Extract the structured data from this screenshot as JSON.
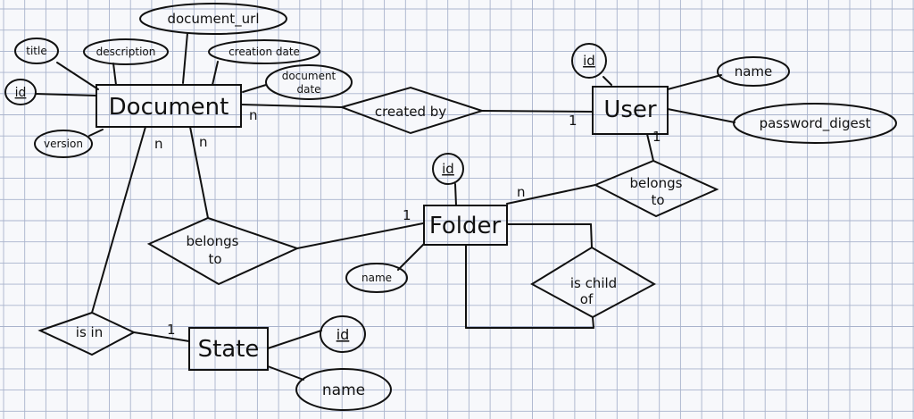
{
  "entities": {
    "document": "Document",
    "user": "User",
    "folder": "Folder",
    "state": "State"
  },
  "relationships": {
    "created_by": "created by",
    "belongs_to_user_1": "belongs",
    "belongs_to_user_2": "to",
    "belongs_to_folder_1": "belongs",
    "belongs_to_folder_2": "to",
    "is_in": "is in",
    "is_child_of_1": "is child",
    "is_child_of_2": "of"
  },
  "attributes": {
    "document": {
      "title": "title",
      "description": "description",
      "document_url": "document_url",
      "creation_date": "creation date",
      "document_date_1": "document",
      "document_date_2": "date",
      "id": "id",
      "version": "version"
    },
    "user": {
      "id": "id",
      "name": "name",
      "password_digest": "password_digest"
    },
    "folder": {
      "id": "id",
      "name": "name"
    },
    "state": {
      "id": "id",
      "name": "name"
    }
  },
  "cardinalities": {
    "doc_created_by": "n",
    "user_created_by": "1",
    "user_belongs": "1",
    "folder_belongs_user": "n",
    "doc_is_in": "n",
    "doc_belongs_folder": "n",
    "folder_belongs_doc": "1",
    "state_is_in": "1"
  }
}
